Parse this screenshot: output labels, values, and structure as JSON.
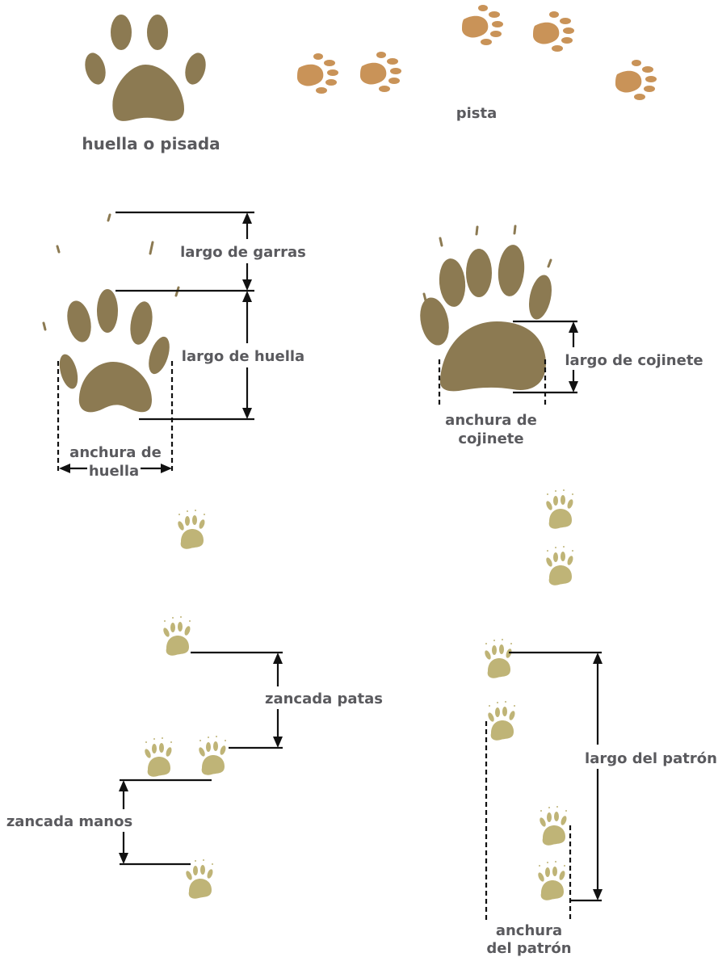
{
  "colors": {
    "large_print": "#8c7a52",
    "track_print": "#c99358",
    "small_print": "#bfb477",
    "label": "#5a5a5e",
    "line": "#111111",
    "background": "#ffffff"
  },
  "labels": {
    "footprint": "huella o pisada",
    "track": "pista",
    "claw_length": "largo de garras",
    "print_length": "largo de huella",
    "print_width_1": "anchura de",
    "print_width_2": "huella",
    "pad_length": "largo de cojinete",
    "pad_width_1": "anchura de",
    "pad_width_2": "cojinete",
    "hind_stride": "zancada patas",
    "fore_stride": "zancada manos",
    "pattern_length": "largo del patrón",
    "pattern_width_1": "anchura",
    "pattern_width_2": "del patrón"
  }
}
